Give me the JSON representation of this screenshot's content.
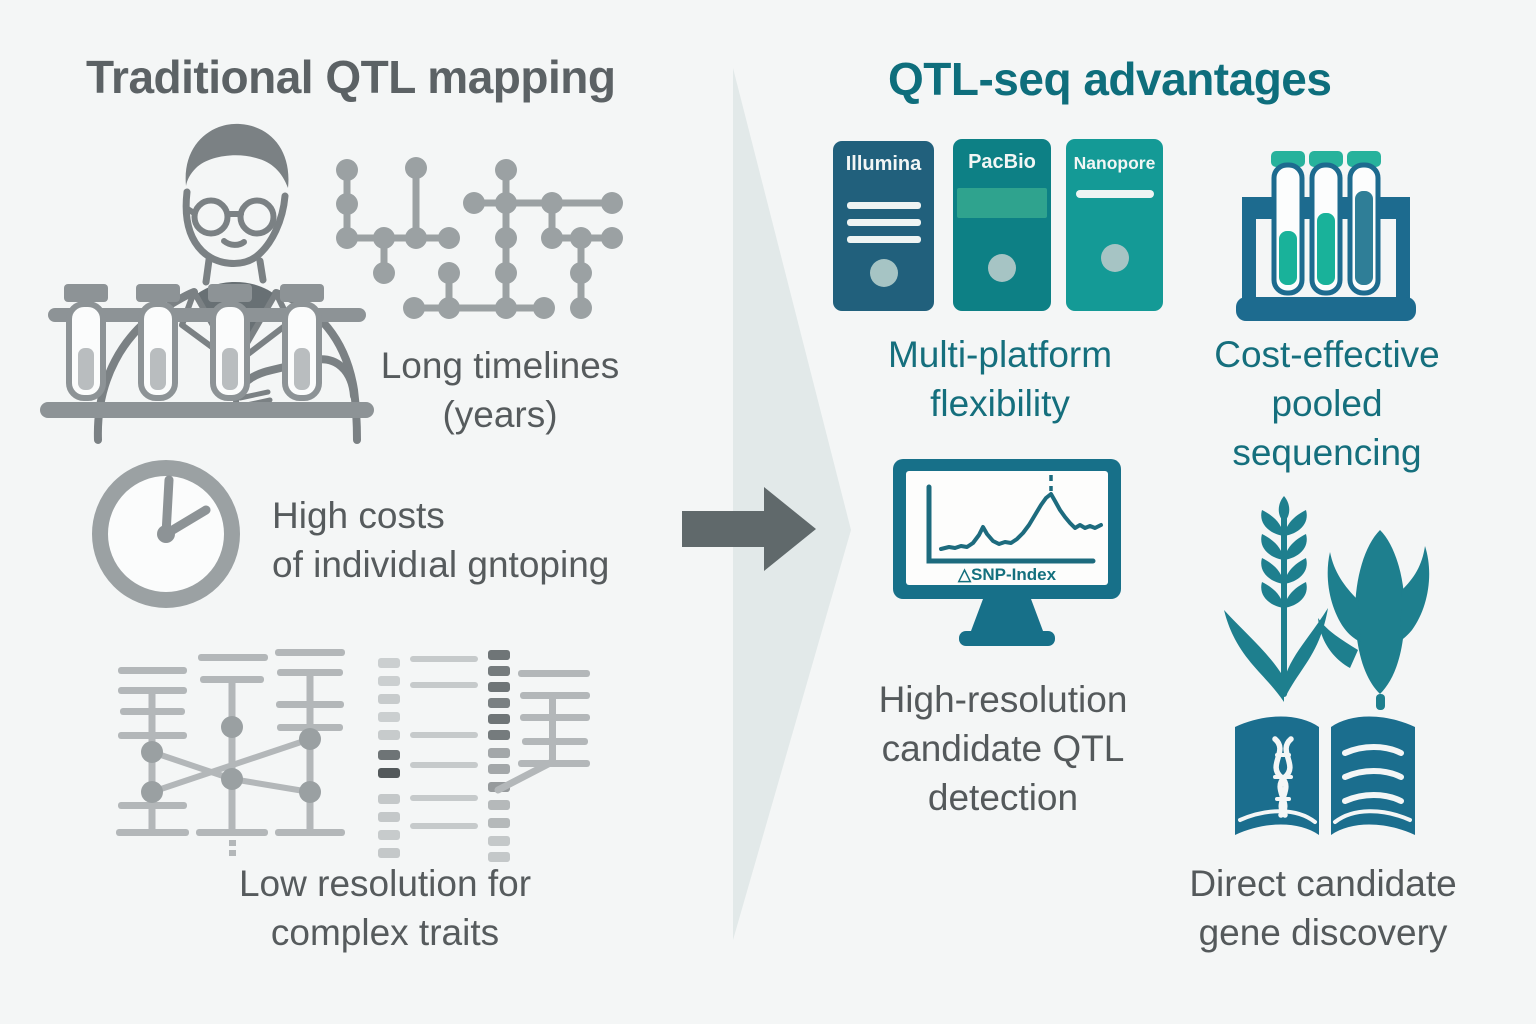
{
  "background": "#f4f6f6",
  "left": {
    "title": "Traditional QTL mapping",
    "long_timelines": "Long timelines\n(years)",
    "high_costs": "High costs\nof individıal gntoping",
    "low_resolution": "Low resolution for\ncomplex traits"
  },
  "right": {
    "title": "QTL-seq advantages",
    "platforms": [
      "Illumina",
      "PacBio",
      "Nanopore"
    ],
    "multi_platform": "Multi-platform\nflexibility",
    "cost_effective": "Cost-effective\npooled\nsequencing",
    "monitor_label": "△SNP-Index",
    "high_resolution": "High-resolution\ncandidate QTL\ndetection",
    "direct_candidate": "Direct candidate\ngene discovery"
  },
  "icons": {
    "scientist": "scientist-icon",
    "linkage_network": "linkage-network-icon",
    "clock": "clock-icon",
    "linkage_maps": "linkage-maps-icon",
    "transition_arrow": "right-arrow-icon",
    "chevron_band": "chevron-band-shape",
    "test_tube_rack": "test-tube-rack-icon",
    "snp_monitor": "snp-index-monitor-icon",
    "wheat": "wheat-icon",
    "corn": "corn-icon",
    "open_book_dna": "open-book-dna-icon"
  },
  "colors": {
    "teal_heading": "#0e6e7c",
    "teal_text": "#156f7d",
    "gray_heading": "#5c6265",
    "gray_text": "#565b5d",
    "gray_icon": "#9ba1a3",
    "illumina_card": "#21607c",
    "pacbio_card": "#0d8085",
    "pacbio_band": "#2fa38e",
    "nanopore_card": "#149a96",
    "rack_blue": "#1d6b8f",
    "liquid_teal": "#19b29a",
    "liquid_dark": "#2f7e97",
    "plant_teal": "#1e7f8e",
    "book_blue": "#1b6e8e",
    "monitor_blue": "#177089",
    "arrow_gray": "#60696b",
    "chevron": "#e2e9e9"
  }
}
